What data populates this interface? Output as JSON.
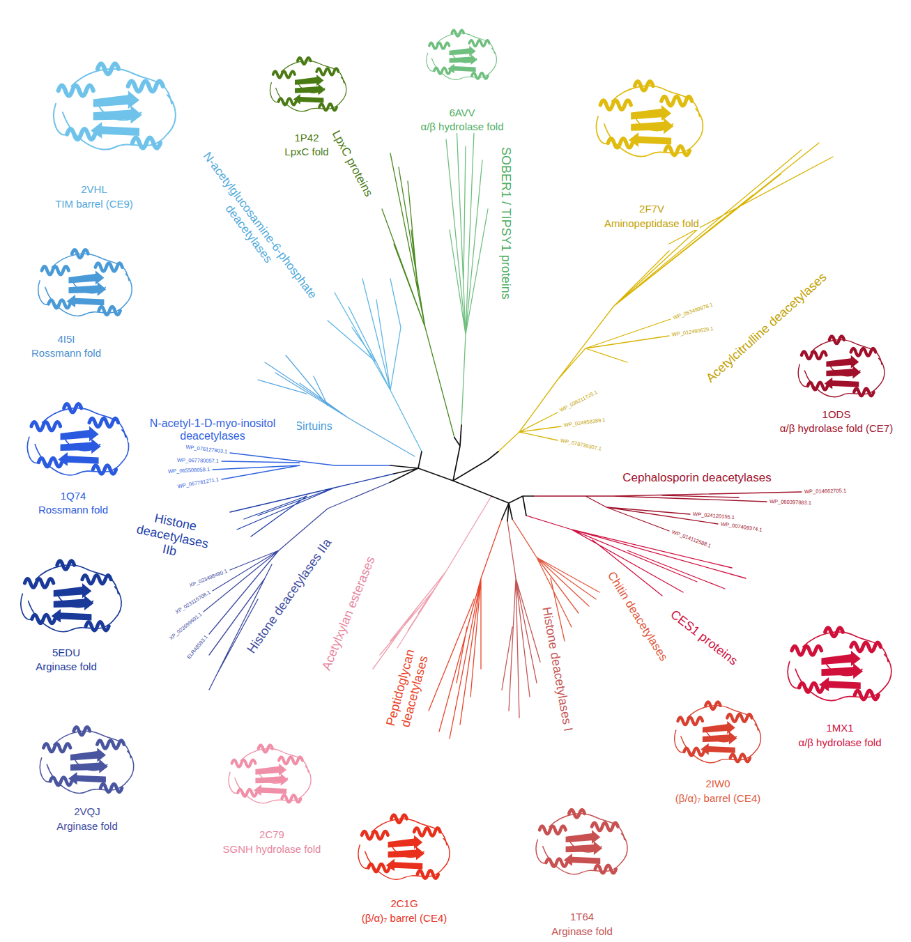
{
  "diagram": {
    "labels": [
      "2VHL",
      "TIM barrel (CE9)",
      "1P42",
      "LpxC fold",
      "6AVV",
      "α/β hydrolase fold",
      "2F7V",
      "Aminopeptidase fold",
      "4I5I",
      "Rossmann fold",
      "1Q74",
      "Rossmann fold",
      "5EDU",
      "Arginase fold",
      "2VQJ",
      "Arginase fold",
      "2C79",
      "SGNH hydrolase fold",
      "2C1G",
      "(β/α)₇ barrel (CE4)",
      "1T64",
      "Arginase fold",
      "2IW0",
      "(β/α)₇ barrel (CE4)",
      "1MX1",
      "α/β hydrolase fold",
      "1ODS",
      "α/β hydrolase fold (CE7)",
      "N-acetylglucosamine-6-phosphate deacetylases",
      "Sirtuins",
      "LpxC proteins",
      "SOBER1 / TIPSY1 proteins",
      "Acetylcitrulline deacetylases",
      "N-acetyl-1-D-myo-inositol deacetylases",
      "Histone deacetylases IIb",
      "Histone deacetylases IIa",
      "Cephalosporin deacetylases",
      "CES1 proteins",
      "Chitin deacetylases",
      "Histone deacetylases I",
      "Peptidoglycan deacetylases",
      "Acetylxylan esterases",
      "WP_078739307.1",
      "WP_024958389.1",
      "WP_036211725.1",
      "WP_012480629.1",
      "WP_053499978.1",
      "WP_014662705.1",
      "WP_060397883.1",
      "WP_024120155.1",
      "WP_007409374.1",
      "WP_014112588.1",
      "WP_076127803.1",
      "WP_067780057.1",
      "WP_065508058.1",
      "WP_067781271.1",
      "XP_023498490.1",
      "XP_023115708.1",
      "XP_023699691.1",
      "ELR48593.1"
    ]
  }
}
